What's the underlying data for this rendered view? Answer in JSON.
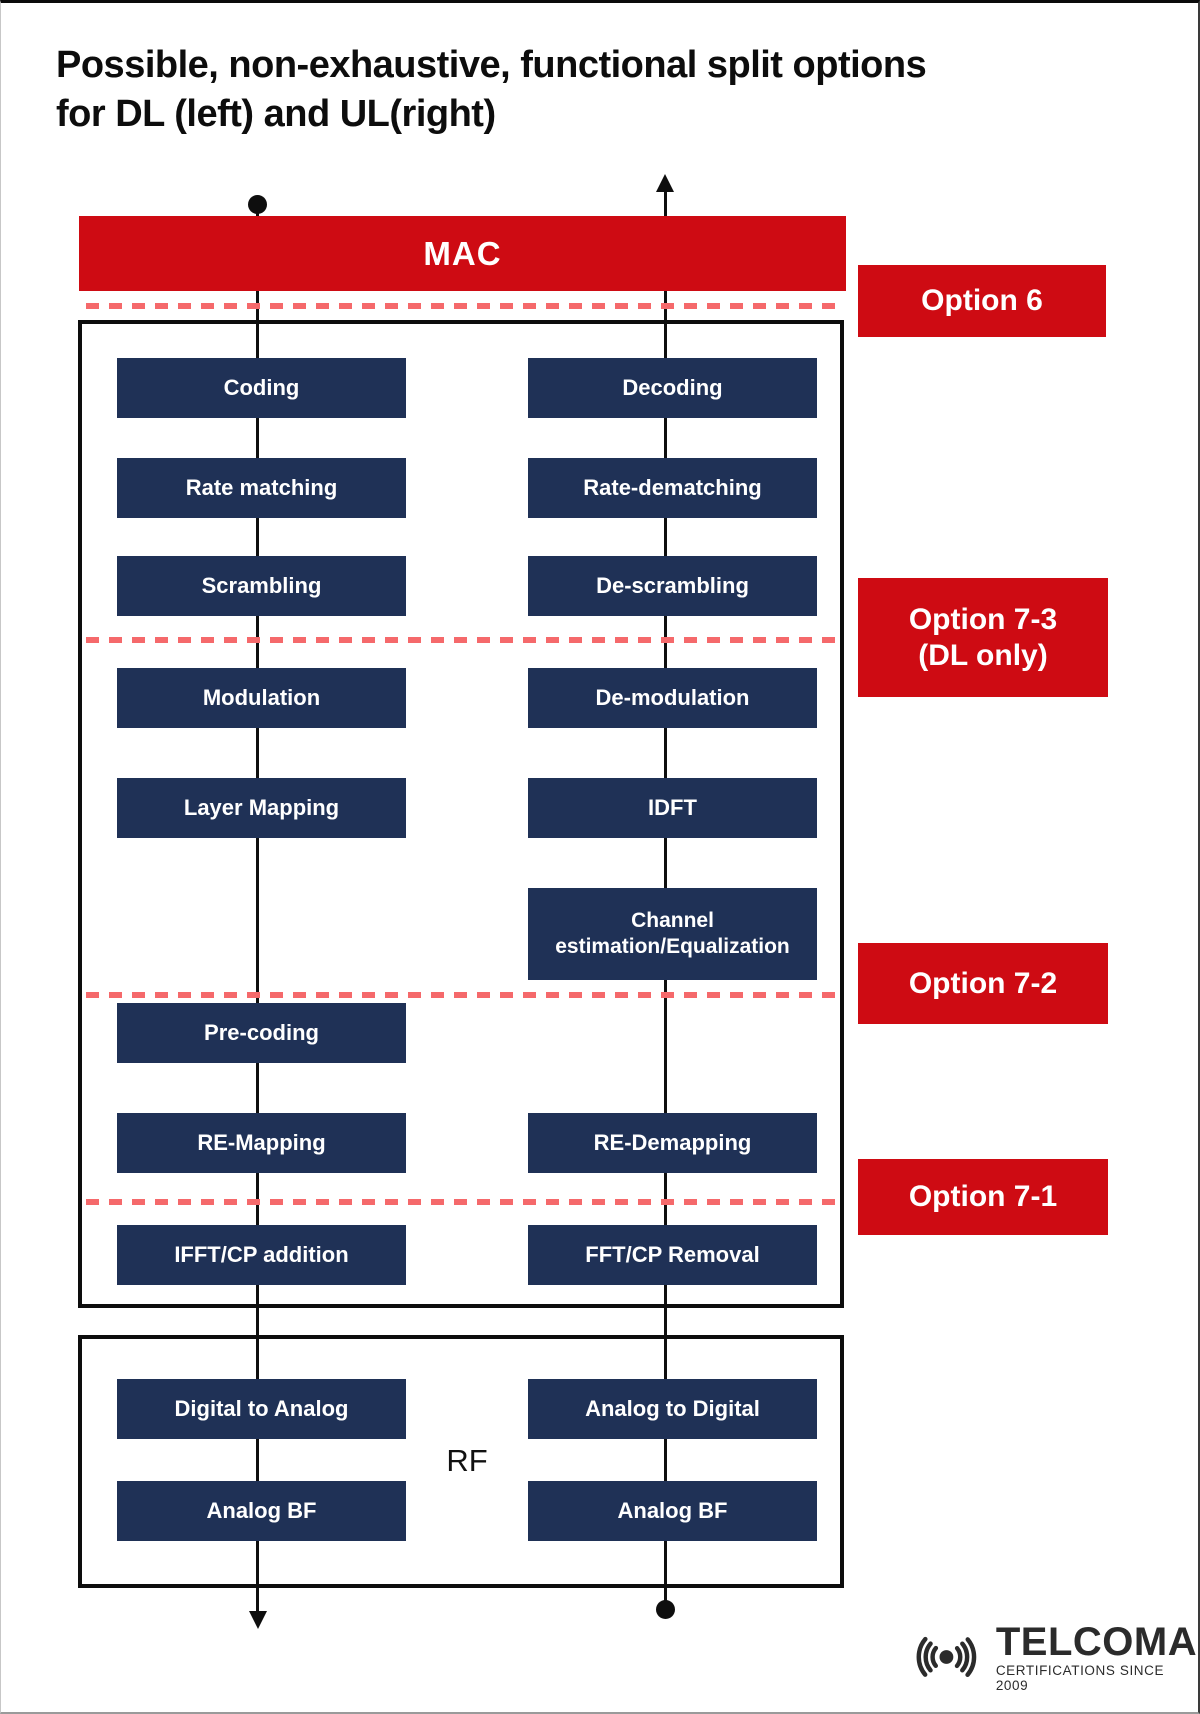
{
  "page": {
    "title_line1": "Possible, non-exhaustive, functional split options",
    "title_line2": "for DL (left) and UL(right)"
  },
  "colors": {
    "accent_red": "#CE0B13",
    "box_navy": "#1F3156",
    "dash_pink": "#F5696B",
    "line_black": "#0E0E0E"
  },
  "mac": {
    "label": "MAC"
  },
  "options": {
    "option6": {
      "label": "Option 6"
    },
    "option73": {
      "label": "Option 7-3",
      "sublabel": "(DL only)"
    },
    "option72": {
      "label": "Option 7-2"
    },
    "option71": {
      "label": "Option 7-1"
    }
  },
  "rows": [
    {
      "left": "Coding",
      "right": "Decoding"
    },
    {
      "left": "Rate matching",
      "right": "Rate-dematching"
    },
    {
      "left": "Scrambling",
      "right": "De-scrambling"
    },
    {
      "left": "Modulation",
      "right": "De-modulation"
    },
    {
      "left": "Layer Mapping",
      "right": "IDFT"
    },
    {
      "right": "Channel estimation/Equalization"
    },
    {
      "left": "Pre-coding"
    },
    {
      "left": "RE-Mapping",
      "right": "RE-Demapping"
    },
    {
      "left": "IFFT/CP addition",
      "right": "FFT/CP Removal"
    }
  ],
  "rf": {
    "label": "RF",
    "rows": [
      {
        "left": "Digital to Analog",
        "right": "Analog to Digital"
      },
      {
        "left": "Analog BF",
        "right": "Analog BF"
      }
    ]
  },
  "logo": {
    "name": "TELCOMA",
    "tagline": "CERTIFICATIONS SINCE 2009"
  }
}
